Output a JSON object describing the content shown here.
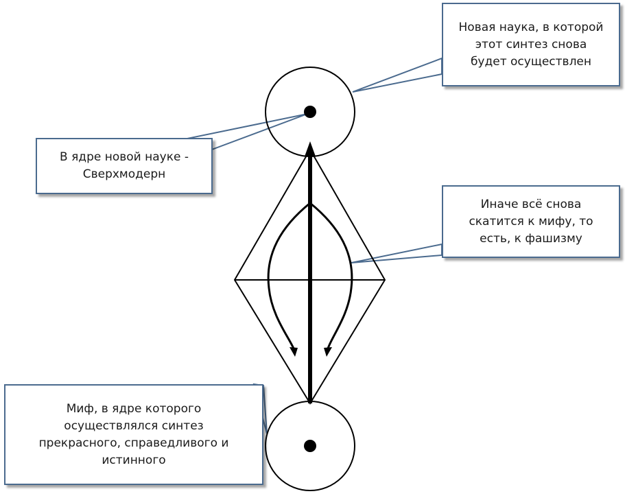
{
  "callouts": {
    "top_right": {
      "lines": [
        "Новая наука, в которой",
        "этот синтез снова",
        "будет осуществлен"
      ]
    },
    "left_mid": {
      "lines": [
        "В ядре новой науке -",
        "Сверхмодерн"
      ]
    },
    "right_mid": {
      "lines": [
        "Иначе всё снова",
        "скатится к мифу, то",
        "есть, к фашизму"
      ]
    },
    "bottom_left": {
      "lines": [
        "Миф, в ядре которого",
        "осуществлялся синтез",
        "прекрасного, справедливого и",
        "истинного"
      ]
    }
  },
  "colors": {
    "callout_border": "#4a6a8e",
    "callout_pointer": "#4a6a8e",
    "line": "#000000"
  }
}
